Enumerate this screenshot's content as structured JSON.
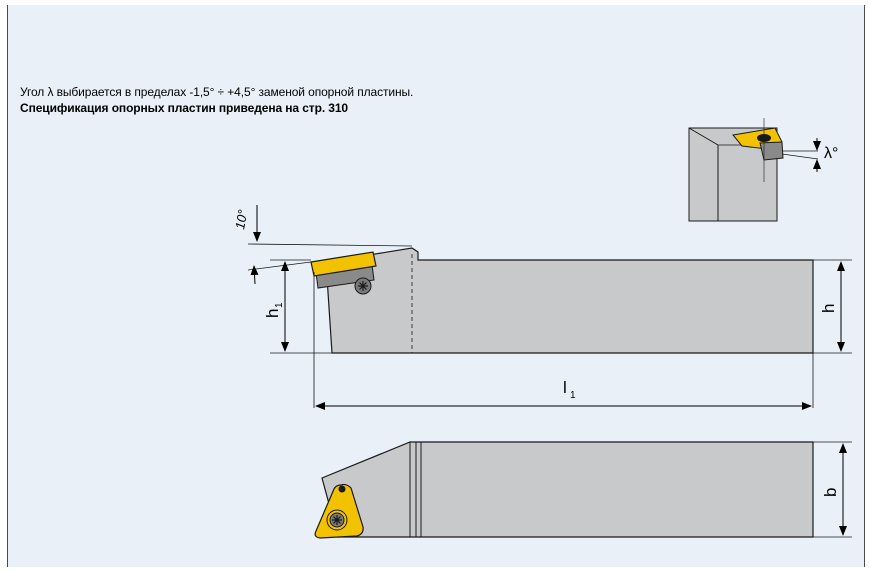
{
  "notes": {
    "line1": "Угол λ выбирается в пределах -1,5° ÷ +4,5° заменой опорной пластины.",
    "line2": "Спецификация опорных пластин приведена на стр. 310"
  },
  "labels": {
    "angle_top": "10°",
    "dim_h1": "h",
    "dim_h1_sub": "1",
    "dim_h": "h",
    "dim_l1": "l",
    "dim_l1_sub": "1",
    "dim_b": "b",
    "lambda": "λ°"
  },
  "colors": {
    "panel_bg": "#e9f0f8",
    "body_fill": "#c8c9cb",
    "insert_yellow": "#f2c200",
    "outline": "#1a1a1a"
  }
}
